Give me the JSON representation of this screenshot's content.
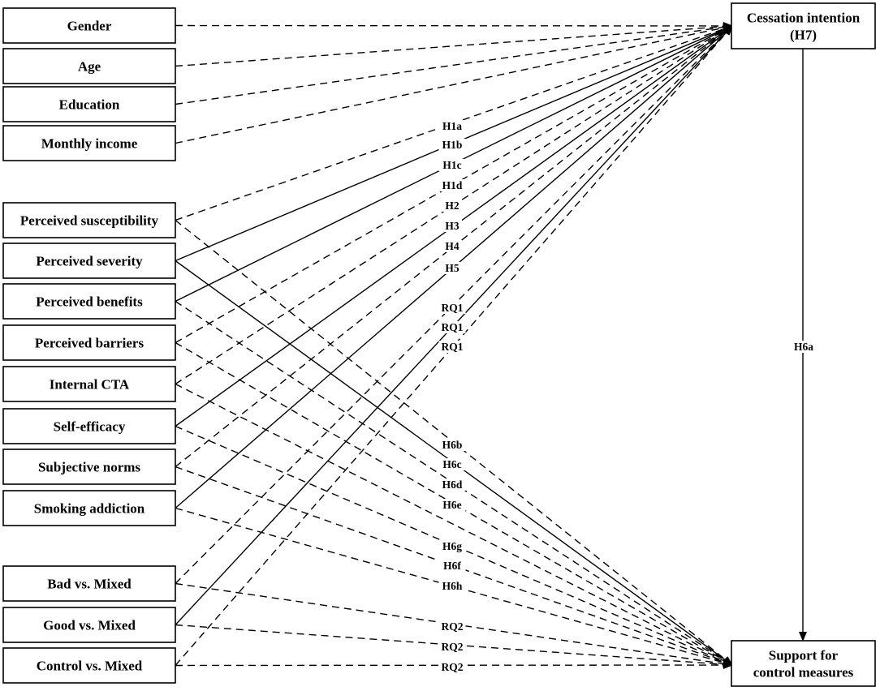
{
  "nodes": {
    "gender": "Gender",
    "age": "Age",
    "education": "Education",
    "income": "Monthly income",
    "susceptibility": "Perceived susceptibility",
    "severity": "Perceived severity",
    "benefits": "Perceived benefits",
    "barriers": "Perceived barriers",
    "internal_cta": "Internal CTA",
    "self_efficacy": "Self-efficacy",
    "subjective_norms": "Subjective norms",
    "smoking_addiction": "Smoking addiction",
    "bad_mixed": "Bad vs. Mixed",
    "good_mixed": "Good vs. Mixed",
    "control_mixed": "Control vs. Mixed",
    "cessation_intention": [
      "Cessation intention",
      "(H7)"
    ],
    "support_control": [
      "Support for",
      "control measures"
    ]
  },
  "edges": [
    {
      "from": "gender",
      "to": "cessation_intention",
      "style": "dashed",
      "label": ""
    },
    {
      "from": "age",
      "to": "cessation_intention",
      "style": "dashed",
      "label": ""
    },
    {
      "from": "education",
      "to": "cessation_intention",
      "style": "dashed",
      "label": ""
    },
    {
      "from": "income",
      "to": "cessation_intention",
      "style": "dashed",
      "label": ""
    },
    {
      "from": "susceptibility",
      "to": "cessation_intention",
      "style": "dashed",
      "label": "H1a"
    },
    {
      "from": "severity",
      "to": "cessation_intention",
      "style": "solid",
      "label": "H1b"
    },
    {
      "from": "benefits",
      "to": "cessation_intention",
      "style": "solid",
      "label": "H1c"
    },
    {
      "from": "barriers",
      "to": "cessation_intention",
      "style": "dashed",
      "label": "H1d"
    },
    {
      "from": "internal_cta",
      "to": "cessation_intention",
      "style": "dashed",
      "label": "H2"
    },
    {
      "from": "self_efficacy",
      "to": "cessation_intention",
      "style": "solid",
      "label": "H3"
    },
    {
      "from": "subjective_norms",
      "to": "cessation_intention",
      "style": "dashed",
      "label": "H4"
    },
    {
      "from": "smoking_addiction",
      "to": "cessation_intention",
      "style": "solid",
      "label": "H5"
    },
    {
      "from": "bad_mixed",
      "to": "cessation_intention",
      "style": "dashed",
      "label": "RQ1"
    },
    {
      "from": "good_mixed",
      "to": "cessation_intention",
      "style": "solid",
      "label": "RQ1"
    },
    {
      "from": "control_mixed",
      "to": "cessation_intention",
      "style": "dashed",
      "label": "RQ1"
    },
    {
      "from": "cessation_intention",
      "to": "support_control",
      "style": "solid",
      "label": "H6a"
    },
    {
      "from": "susceptibility",
      "to": "support_control",
      "style": "dashed",
      "label": "H6b"
    },
    {
      "from": "severity",
      "to": "support_control",
      "style": "solid",
      "label": "H6c"
    },
    {
      "from": "benefits",
      "to": "support_control",
      "style": "dashed",
      "label": "H6d"
    },
    {
      "from": "barriers",
      "to": "support_control",
      "style": "dashed",
      "label": "H6e"
    },
    {
      "from": "internal_cta",
      "to": "support_control",
      "style": "dashed",
      "label": "H6g"
    },
    {
      "from": "self_efficacy",
      "to": "support_control",
      "style": "dashed",
      "label": "H6f"
    },
    {
      "from": "subjective_norms",
      "to": "support_control",
      "style": "dashed",
      "label": "H6h"
    },
    {
      "from": "smoking_addiction",
      "to": "support_control",
      "style": "dashed",
      "label": ""
    },
    {
      "from": "bad_mixed",
      "to": "support_control",
      "style": "dashed",
      "label": "RQ2"
    },
    {
      "from": "good_mixed",
      "to": "support_control",
      "style": "dashed",
      "label": "RQ2"
    },
    {
      "from": "control_mixed",
      "to": "support_control",
      "style": "dashed",
      "label": "RQ2"
    }
  ]
}
